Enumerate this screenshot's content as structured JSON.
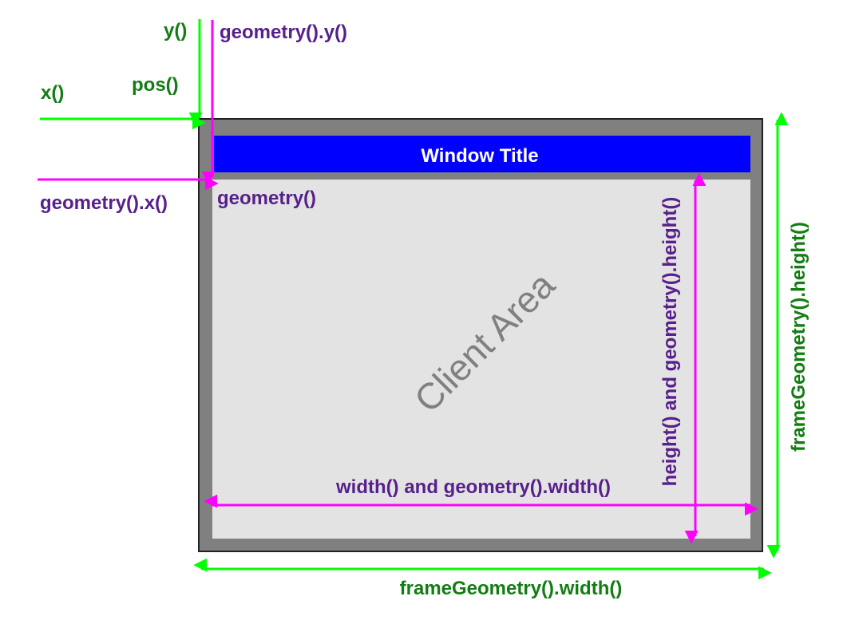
{
  "diagram": {
    "window_title": "Window Title",
    "client_area": "Client Area",
    "labels": {
      "y": "y()",
      "geometry_y": "geometry().y()",
      "pos": "pos()",
      "x": "x()",
      "geometry_x": "geometry().x()",
      "geometry": "geometry()",
      "width": "width() and geometry().width()",
      "height": "height() and geometry().height()",
      "frame_height": "frameGeometry().height()",
      "frame_width": "frameGeometry().width()"
    },
    "colors": {
      "green_arrow": "#00ff00",
      "magenta_arrow": "#ff00ff",
      "green_text": "#137d13",
      "purple_text": "#57208a",
      "frame": "#808080",
      "title_bar": "#0000ff",
      "client": "#e3e3e3"
    }
  }
}
